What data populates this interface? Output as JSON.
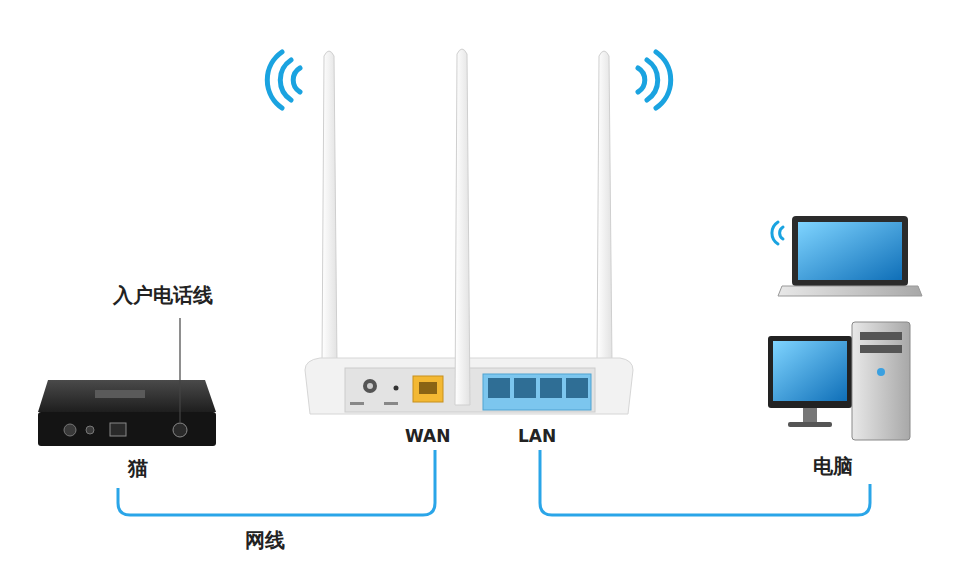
{
  "diagram": {
    "nodes": [
      {
        "text": [
          "猫"
        ]
      },
      {
        "text": [
          "WAN",
          "LAN"
        ]
      },
      {
        "text": [
          "电脑"
        ]
      }
    ],
    "edges": [
      {
        "from": 0,
        "to": 1,
        "arrow": "none",
        "label": "网线"
      },
      {
        "from": 1,
        "to": 2,
        "arrow": "none"
      }
    ],
    "labels": [
      "入户电话线"
    ]
  }
}
